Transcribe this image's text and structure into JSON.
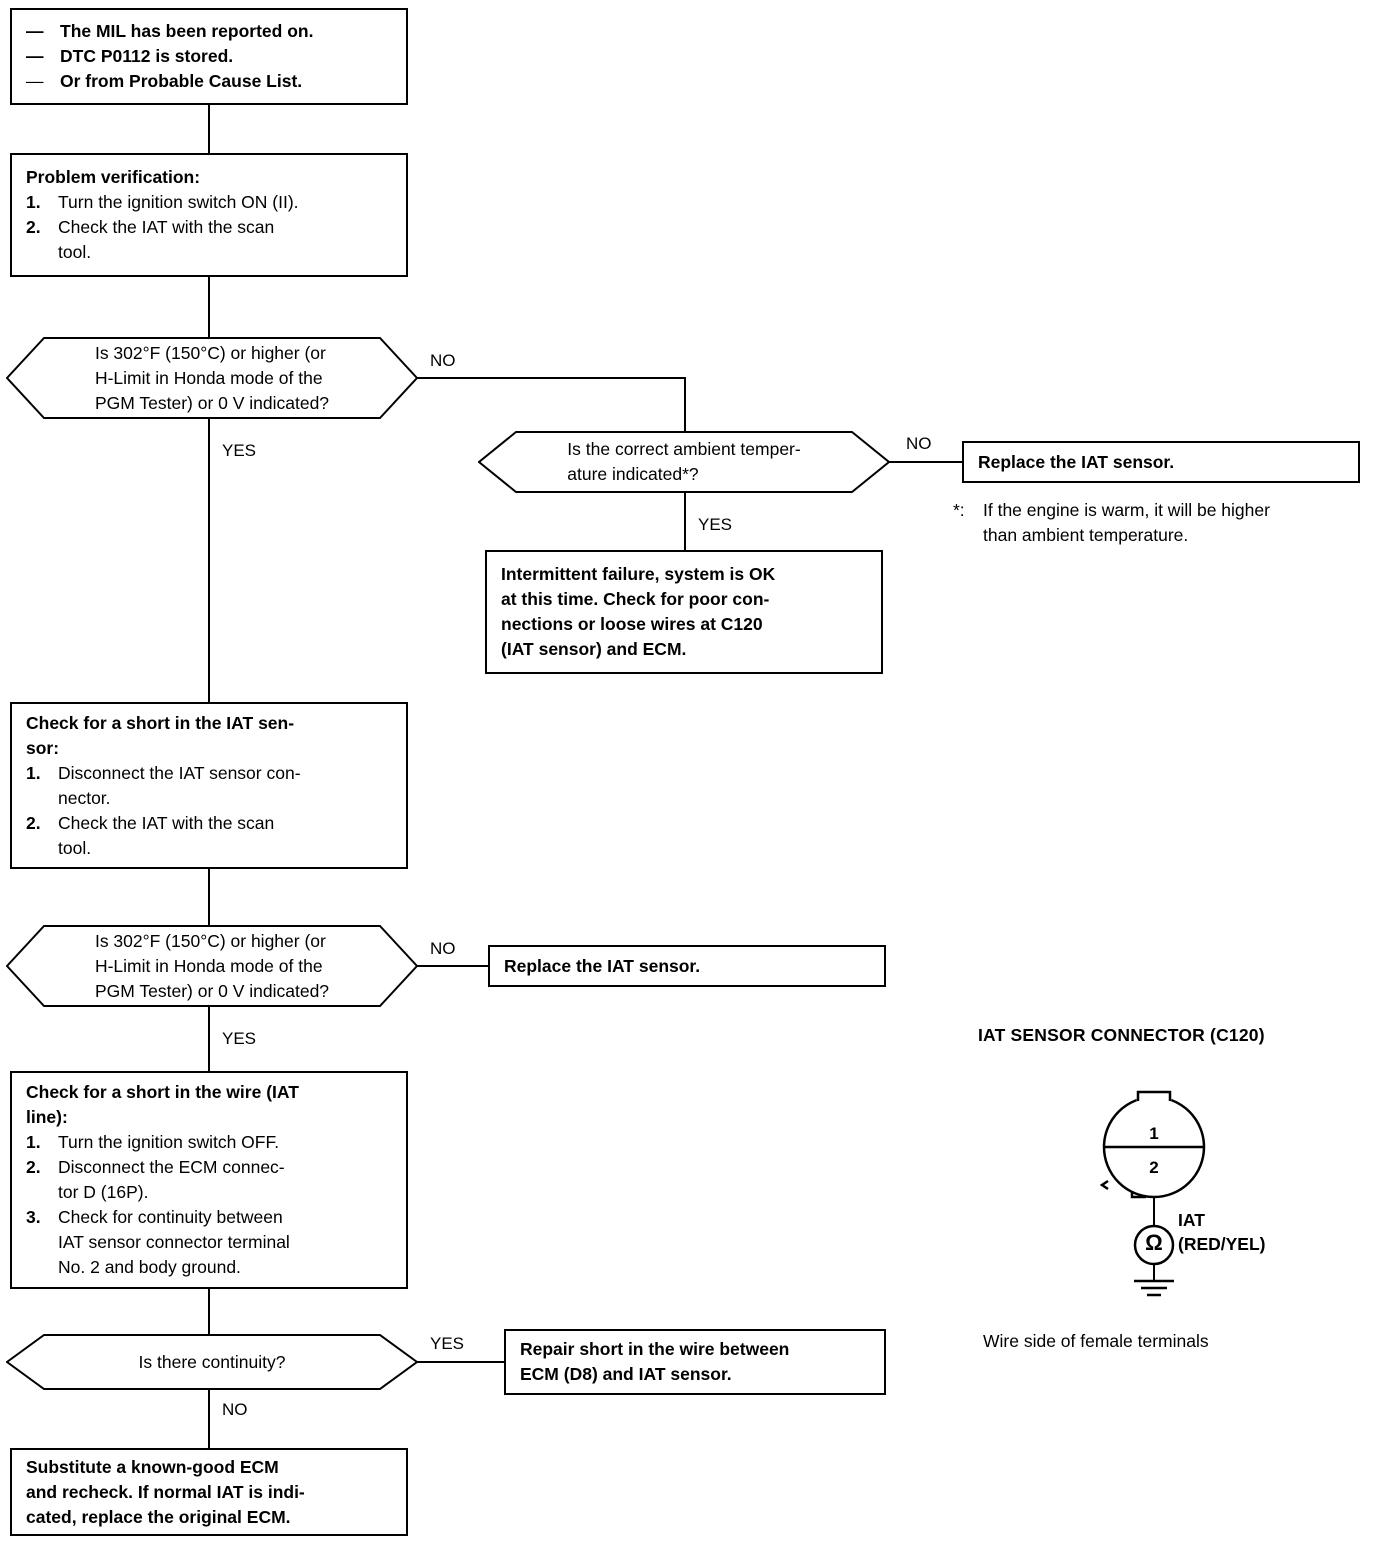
{
  "diagram": {
    "title": "DTC P0112 IAT Sensor Troubleshooting Flowchart",
    "line_color": "#000000",
    "background_color": "#ffffff"
  },
  "start_box": {
    "items": [
      {
        "mark": "—",
        "text": "The MIL has been reported on."
      },
      {
        "mark": "—",
        "text": "DTC P0112 is stored."
      },
      {
        "mark": "—",
        "text": "Or from Probable Cause List."
      }
    ]
  },
  "problem_verification": {
    "heading": "Problem verification:",
    "steps": [
      {
        "num": "1.",
        "lines": [
          "Turn the ignition switch ON (II)."
        ]
      },
      {
        "num": "2.",
        "lines": [
          "Check  the  IAT  with  the  scan",
          "tool."
        ]
      }
    ]
  },
  "decision_1": {
    "lines": [
      "Is 302°F (150°C) or higher (or",
      "H-Limit in Honda mode of the",
      "PGM Tester) or 0 V indicated?"
    ],
    "yes_label": "YES",
    "no_label": "NO"
  },
  "decision_2": {
    "lines": [
      "Is the correct ambient temper-",
      "ature indicated*?"
    ],
    "yes_label": "YES",
    "no_label": "NO"
  },
  "replace_iat_1": {
    "lines": [
      "Replace the IAT sensor."
    ]
  },
  "footnote": {
    "mark": "*:",
    "lines": [
      "If the engine is warm, it will be higher",
      "than ambient temperature."
    ]
  },
  "intermittent_box": {
    "lines": [
      "Intermittent failure, system is OK",
      "at this time. Check for poor con-",
      "nections or loose wires at C120",
      "(IAT sensor) and ECM."
    ]
  },
  "check_short_sensor": {
    "heading_lines": [
      "Check for a short in the IAT sen-",
      "sor:"
    ],
    "steps": [
      {
        "num": "1.",
        "lines": [
          "Disconnect the IAT sensor con-",
          "nector."
        ]
      },
      {
        "num": "2.",
        "lines": [
          "Check  the  IAT  with  the  scan",
          "tool."
        ]
      }
    ]
  },
  "decision_3": {
    "lines": [
      "Is 302°F (150°C) or higher (or",
      "H-Limit in Honda mode of the",
      "PGM Tester) or 0 V indicated?"
    ],
    "yes_label": "YES",
    "no_label": "NO"
  },
  "replace_iat_2": {
    "lines": [
      "Replace the IAT sensor."
    ]
  },
  "check_short_wire": {
    "heading_lines": [
      "Check for a short in the wire (IAT",
      "line):"
    ],
    "steps": [
      {
        "num": "1.",
        "lines": [
          "Turn the ignition switch OFF."
        ]
      },
      {
        "num": "2.",
        "lines": [
          "Disconnect  the  ECM  connec-",
          "tor D (16P)."
        ]
      },
      {
        "num": "3.",
        "lines": [
          "Check  for  continuity  between",
          "IAT sensor connector terminal",
          "No. 2 and body ground."
        ]
      }
    ]
  },
  "decision_4": {
    "lines": [
      "Is there continuity?"
    ],
    "yes_label": "YES",
    "no_label": "NO"
  },
  "repair_short": {
    "lines": [
      "Repair short in the wire between",
      "ECM (D8) and IAT sensor."
    ]
  },
  "substitute_ecm": {
    "lines": [
      "Substitute  a  known-good  ECM",
      "and recheck. If normal IAT is indi-",
      "cated, replace the original ECM."
    ]
  },
  "connector_illustration": {
    "title": "IAT SENSOR CONNECTOR (C120)",
    "pin_top": "1",
    "pin_bottom": "2",
    "meter_symbol": "Ω",
    "wire_label_line1": "IAT",
    "wire_label_line2": "(RED/YEL)",
    "caption": "Wire side of female terminals"
  }
}
